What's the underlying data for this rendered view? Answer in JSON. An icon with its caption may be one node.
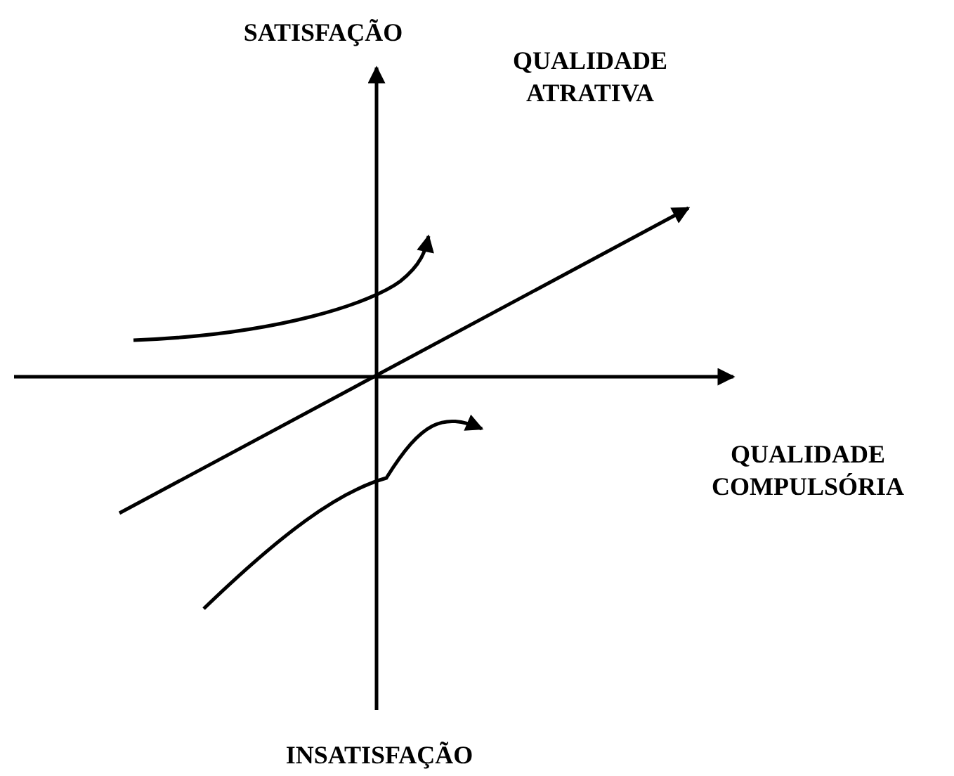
{
  "diagram": {
    "labels": [
      "SATISFAÇÃO",
      "QUALIDADE ATRATIVA",
      "QUALIDADE COMPULSÓRIA",
      "INSATISFAÇÃO"
    ]
  }
}
